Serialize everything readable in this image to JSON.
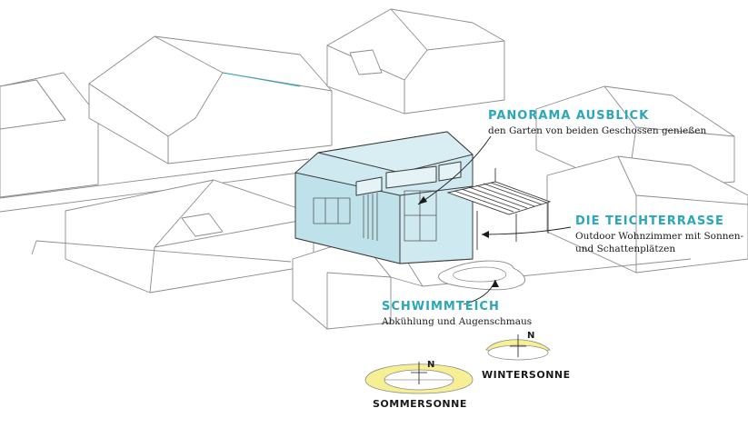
{
  "annotations": {
    "panorama": {
      "title": "PANORAMA AUSBLICK",
      "subtitle": "den Garten von beiden Geschossen genießen"
    },
    "teichterrasse": {
      "title": "DIE TEICHTERRASSE",
      "subtitle_line1": "Outdoor Wohnzimmer mit Sonnen-",
      "subtitle_line2": "und Schattenplätzen"
    },
    "schwimmteich": {
      "title": "SCHWIMMTEICH",
      "subtitle": "Abkühlung und Augenschmaus"
    }
  },
  "sun_diagrams": {
    "summer": {
      "label": "SOMMERSONNE",
      "north": "N"
    },
    "winter": {
      "label": "WINTERSONNE",
      "north": "N"
    }
  },
  "colors": {
    "accent": "#2aa7b8",
    "house_fill": "#cfe9f0",
    "sun_fill": "#f7ef93",
    "line": "#8a8a8a"
  }
}
